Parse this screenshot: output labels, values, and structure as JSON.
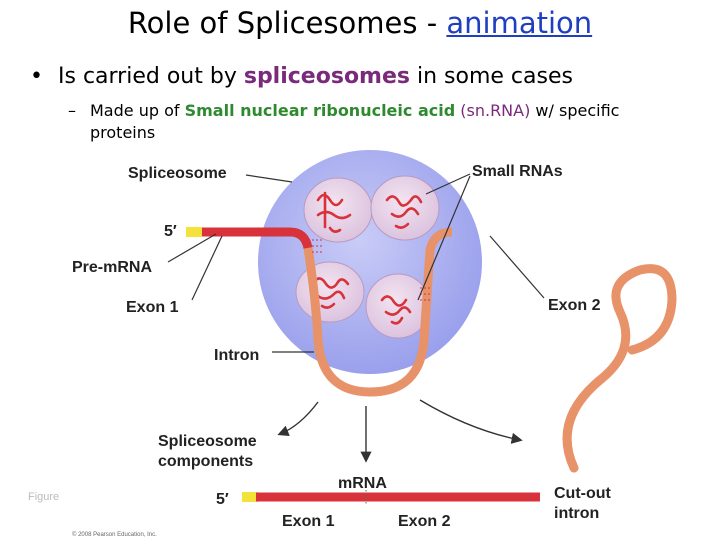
{
  "slide": {
    "title_prefix": "Role of Splicesomes  - ",
    "title_link": "animation",
    "bullet_prefix": "Is carried out by ",
    "bullet_highlight": "spliceosomes",
    "bullet_suffix": " in some cases",
    "sub_prefix": "Made up of ",
    "sub_green": "Small nuclear ribonucleic acid",
    "sub_paren": " (sn.RNA)",
    "sub_suffix_1": " w/ specific",
    "sub_suffix_2": "proteins"
  },
  "diagram": {
    "labels": {
      "spliceosome": "Spliceosome",
      "small_rnas": "Small RNAs",
      "five_prime_top": "5′",
      "pre_mrna": "Pre-mRNA",
      "exon1": "Exon 1",
      "exon2": "Exon 2",
      "intron": "Intron",
      "components_1": "Spliceosome",
      "components_2": "components",
      "mrna": "mRNA",
      "five_prime_bottom": "5′",
      "exon1_bottom": "Exon 1",
      "exon2_bottom": "Exon 2",
      "cutout_1": "Cut-out",
      "cutout_2": "intron",
      "figure": "Figure",
      "copyright": "© 2008 Pearson Education, Inc."
    },
    "colors": {
      "exon": "#d8323a",
      "intron": "#e8926a",
      "sphere": "#a9aef0",
      "five_cap": "#f2e23a"
    }
  }
}
